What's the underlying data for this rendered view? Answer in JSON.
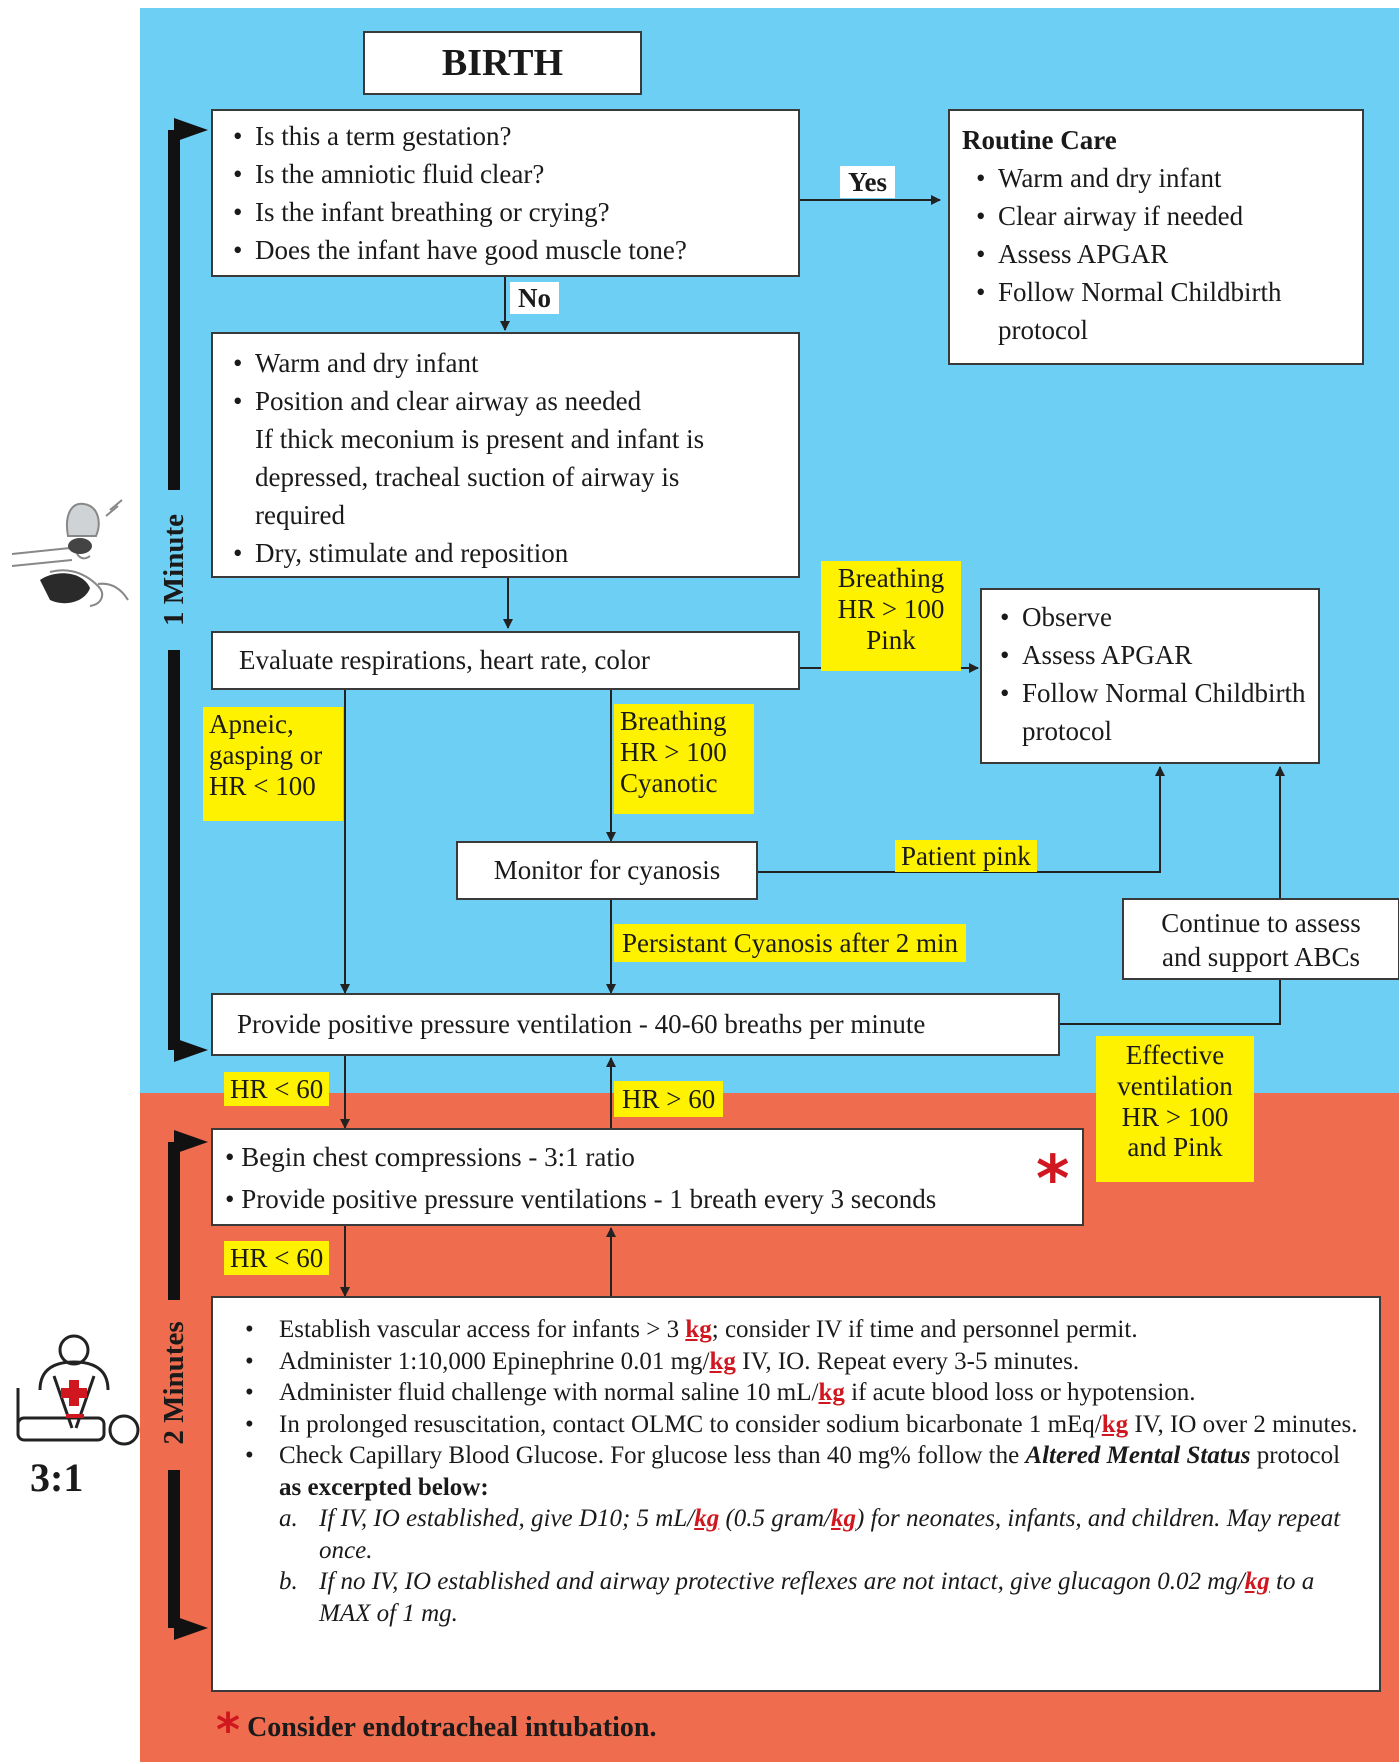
{
  "start": {
    "title": "BIRTH"
  },
  "assessment": {
    "questions": [
      "Is this a term gestation?",
      "Is the amniotic fluid clear?",
      "Is the infant breathing or crying?",
      "Does the infant have good muscle tone?"
    ],
    "yes_label": "Yes",
    "no_label": "No"
  },
  "routine_care": {
    "title": "Routine Care",
    "items": [
      "Warm and dry infant",
      "Clear airway if needed",
      "Assess APGAR",
      "Follow Normal Childbirth protocol"
    ]
  },
  "initial_steps": {
    "items": [
      "Warm and dry infant",
      "Position and clear airway as needed",
      "Dry, stimulate and reposition"
    ],
    "meconium_note": "If thick meconium is present and infant is depressed, tracheal suction of airway is required"
  },
  "evaluate": {
    "text": "Evaluate respirations, heart rate, color"
  },
  "observe": {
    "items": [
      "Observe",
      "Assess APGAR",
      "Follow Normal Childbirth protocol"
    ]
  },
  "conditions": {
    "breathing_pink": [
      "Breathing",
      "HR > 100",
      "Pink"
    ],
    "apneic": [
      "Apneic,",
      "gasping or",
      "HR < 100"
    ],
    "breathing_cyanotic": [
      "Breathing",
      "HR > 100",
      "Cyanotic"
    ],
    "patient_pink": "Patient pink",
    "persistent_cyanosis": "Persistant Cyanosis after 2 min",
    "effective_ventilation": [
      "Effective",
      "ventilation",
      "HR > 100",
      "and Pink"
    ],
    "hr_lt_60_a": "HR < 60",
    "hr_gt_60": "HR > 60",
    "hr_lt_60_b": "HR < 60"
  },
  "monitor": {
    "text": "Monitor for cyanosis"
  },
  "continue_assess": {
    "lines": [
      "Continue to assess",
      "and support ABCs"
    ]
  },
  "ppv": {
    "text": "Provide positive pressure ventilation - 40-60 breaths per minute"
  },
  "compressions": {
    "items": [
      "Begin chest compressions - 3:1 ratio",
      "Provide positive pressure ventilations - 1 breath every 3 seconds"
    ],
    "asterisk": "*"
  },
  "medications": {
    "unit": "kg",
    "items": [
      {
        "pre": "Establish vascular access for infants > 3 ",
        "post": "; consider IV if time and personnel permit."
      },
      {
        "pre": "Administer 1:10,000 Epinephrine 0.01 mg/",
        "post": " IV, IO. Repeat every 3-5 minutes."
      },
      {
        "pre": "Administer fluid challenge with normal saline 10 mL/",
        "post": " if acute blood loss or hypotension."
      },
      {
        "pre": "In prolonged resuscitation, contact OLMC to consider sodium bicarbonate 1 mEq/",
        "post": " IV, IO over 2 minutes."
      }
    ],
    "glucose": {
      "pre": "Check Capillary Blood Glucose. For glucose less than 40 mg% follow the ",
      "protocol": "Altered Mental Status",
      "mid": " protocol ",
      "excerpt": "as excerpted below:"
    },
    "sub_a": {
      "marker": "a.",
      "p1": "If IV, IO established, give D10; 5 mL/",
      "p2": " (0.5 gram/",
      "p3": ") for neonates, infants, and children. May repeat once."
    },
    "sub_b": {
      "marker": "b.",
      "p1": "If no IV, IO established and airway protective reflexes are not intact, give glucagon 0.02 mg/",
      "p2": " to a MAX of 1 mg."
    }
  },
  "footnote": {
    "asterisk": "*",
    "text": "Consider endotracheal intubation."
  },
  "timeline": {
    "phase1": "1 Minute",
    "phase2": "2 Minutes",
    "ratio": "3:1"
  },
  "colors": {
    "phase1_bg": "#6ecff4",
    "phase2_bg": "#f06c4e",
    "highlight": "#fff200",
    "accent": "#d0161e"
  },
  "icons": [
    "bag-valve-mask-icon",
    "cpr-icon"
  ]
}
